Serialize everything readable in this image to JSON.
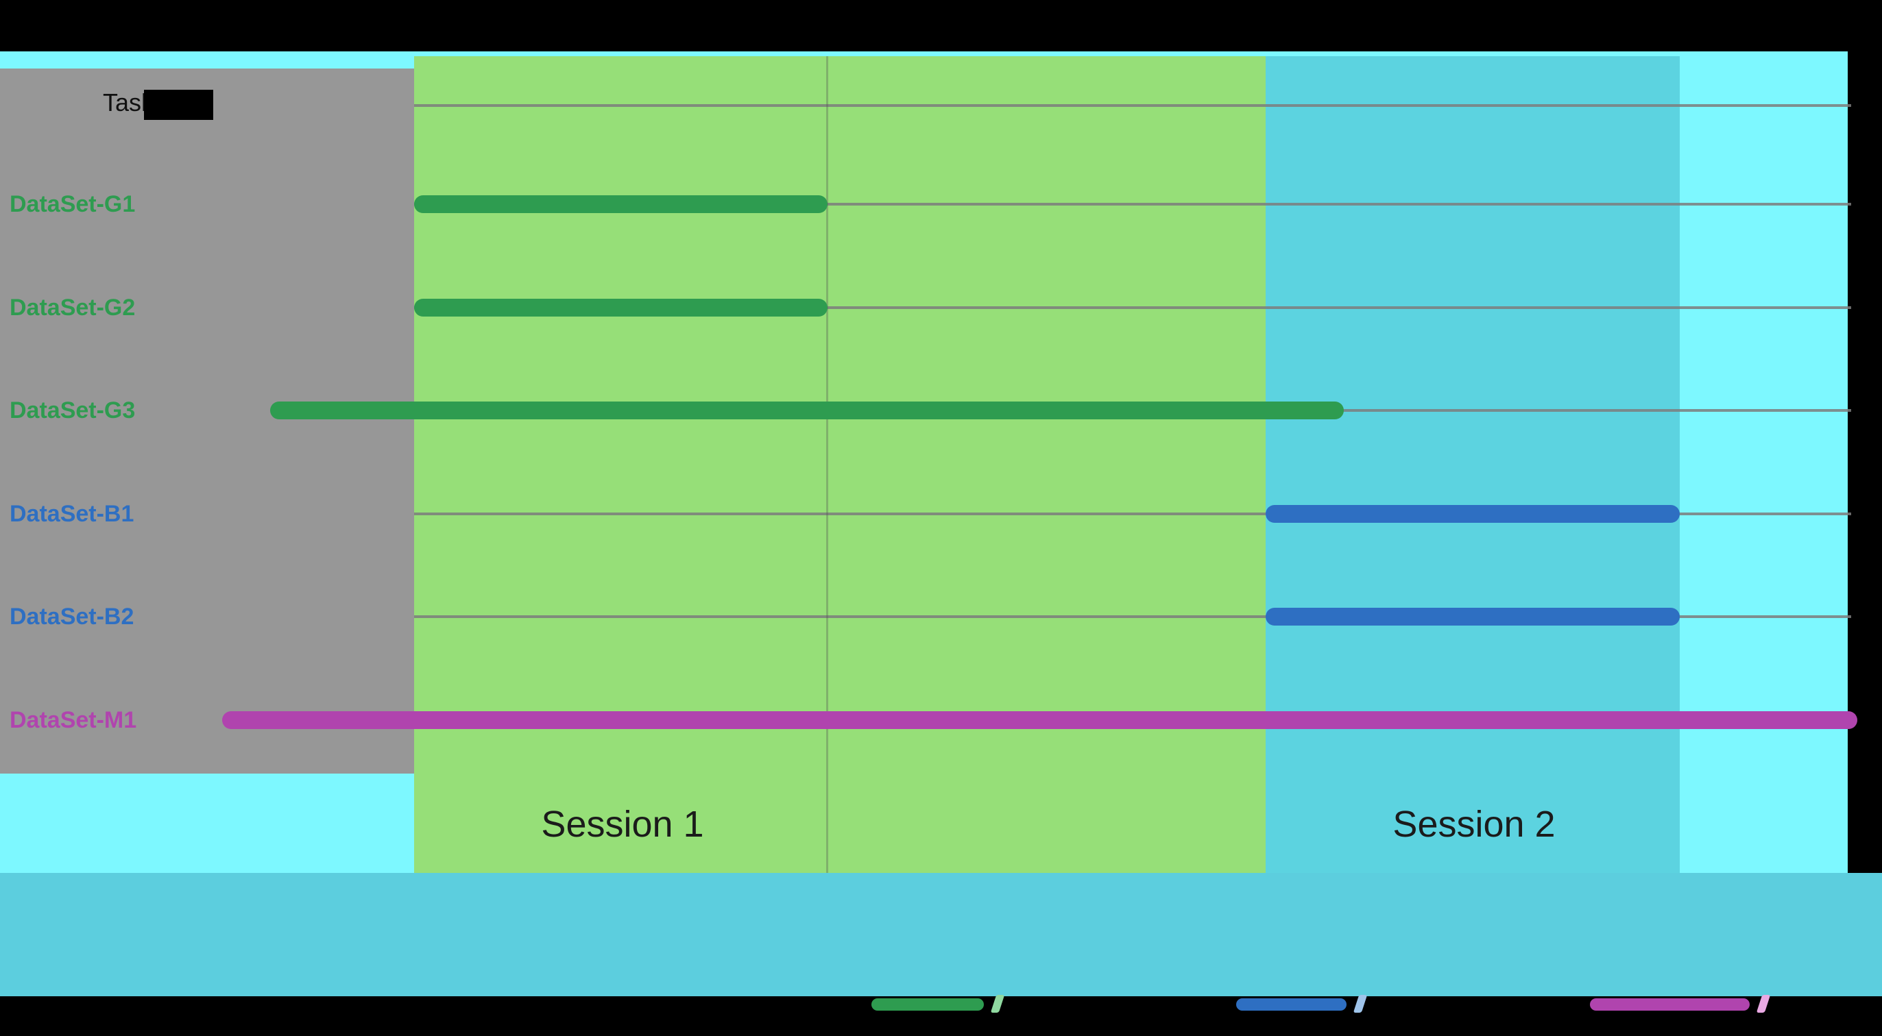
{
  "figure": {
    "header": {
      "column_title": "Task"
    },
    "session_labels": [
      "Session 1",
      "Session 2"
    ]
  },
  "colors": {
    "background": "#000000",
    "outer_panel": "#7DF8FF",
    "pre_session_panel": "#979797",
    "session1_panel": "#96DF78",
    "session2_panel": "#5CD3E0",
    "bottom_band": "#5CCEDE",
    "gridline": "#7C7C7C",
    "green_series": "#2E9C50",
    "blue_series": "#2E6FC2",
    "magenta_series": "#B044AE"
  },
  "chart_data": {
    "type": "bar",
    "subtype": "gantt-timeline",
    "orientation": "horizontal",
    "title": "",
    "xlabel": "",
    "ylabel": "Task",
    "x_axis_ticks_visible": false,
    "grid": true,
    "sessions": [
      {
        "name": "Session 1",
        "start_frac": 0.2201,
        "end_frac": 0.6725,
        "color": "#96DF78"
      },
      {
        "name": "Session 2",
        "start_frac": 0.6725,
        "end_frac": 0.8925,
        "color": "#5CD3E0"
      }
    ],
    "tasks": [
      {
        "label": "DataSet-G1",
        "color": "#2E9C50",
        "start_frac": 0.2201,
        "end_frac": 0.4397
      },
      {
        "label": "DataSet-G2",
        "color": "#2E9C50",
        "start_frac": 0.2201,
        "end_frac": 0.4397
      },
      {
        "label": "DataSet-G3",
        "color": "#2E9C50",
        "start_frac": 0.1435,
        "end_frac": 0.714
      },
      {
        "label": "DataSet-B1",
        "color": "#2E6FC2",
        "start_frac": 0.6725,
        "end_frac": 0.8925
      },
      {
        "label": "DataSet-B2",
        "color": "#2E6FC2",
        "start_frac": 0.6725,
        "end_frac": 0.8925
      },
      {
        "label": "DataSet-M1",
        "color": "#B044AE",
        "start_frac": 0.118,
        "end_frac": 0.9869
      }
    ],
    "legend": {
      "position": "bottom",
      "entries": [
        {
          "label": "",
          "color": "#2E9C50",
          "mark_color": "#8FD9A0"
        },
        {
          "label": "",
          "color": "#2E6FC2",
          "mark_color": "#9FC4EA"
        },
        {
          "label": "",
          "color": "#B044AE",
          "mark_color": "#E9A9E3"
        }
      ]
    }
  }
}
